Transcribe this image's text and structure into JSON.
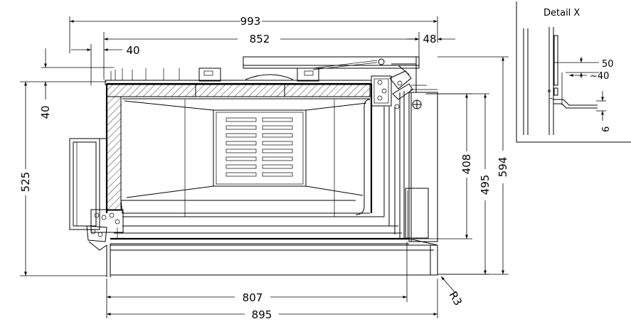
{
  "dimensions": {
    "top_width": "993",
    "inner_width": "852",
    "right_offset": "48",
    "left_offset": "40",
    "left_top_offset": "40",
    "left_height": "525",
    "front_opening": "408",
    "body_height": "495",
    "total_height": "594",
    "bottom_inner": "807",
    "bottom_total": "895",
    "radius": "R3"
  },
  "detail": {
    "title": "Detail X",
    "dim_50": "50",
    "dim_40": "~40",
    "dim_6": "6"
  }
}
